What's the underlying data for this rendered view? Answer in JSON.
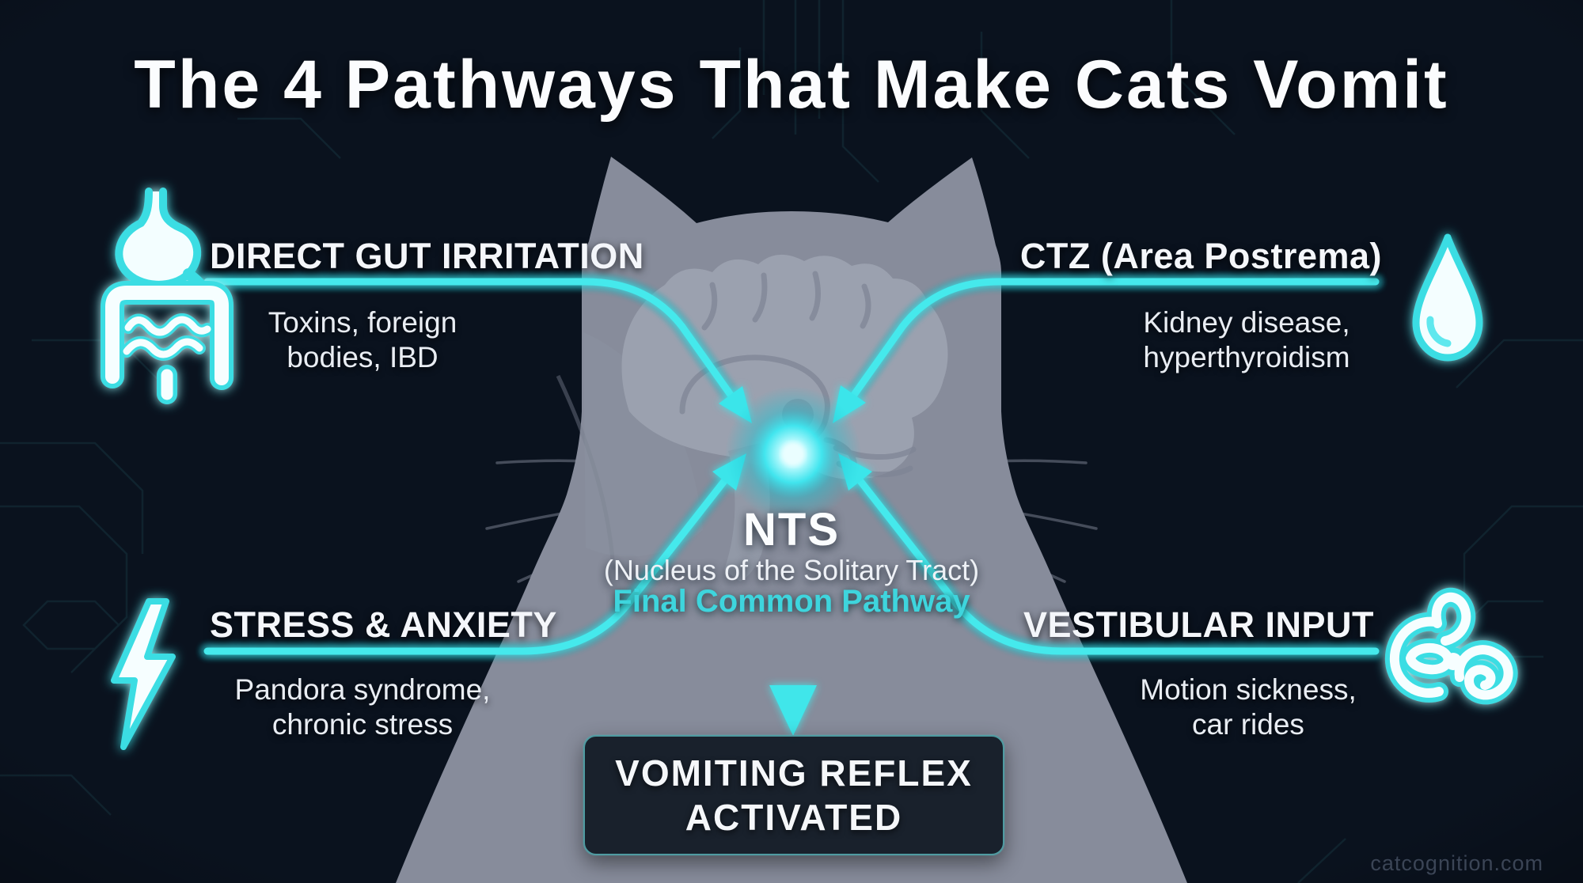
{
  "title": "The 4 Pathways That Make Cats Vomit",
  "pathways": {
    "gut": {
      "heading": "DIRECT GUT IRRITATION",
      "detail": "Toxins, foreign\nbodies, IBD",
      "icon": "digestive-tract-icon",
      "position": "top-left"
    },
    "ctz": {
      "heading": "CTZ (Area Postrema)",
      "detail": "Kidney disease,\nhyperthyroidism",
      "icon": "droplet-icon",
      "position": "top-right"
    },
    "stress": {
      "heading": "STRESS & ANXIETY",
      "detail": "Pandora syndrome,\nchronic stress",
      "icon": "lightning-bolt-icon",
      "position": "bottom-left"
    },
    "vestibular": {
      "heading": "VESTIBULAR INPUT",
      "detail": "Motion sickness,\ncar rides",
      "icon": "inner-ear-icon",
      "position": "bottom-right"
    }
  },
  "center": {
    "abbr": "NTS",
    "full_name": "(Nucleus of the Solitary Tract)",
    "role": "Final Common Pathway"
  },
  "outcome": {
    "label": "VOMITING REFLEX\nACTIVATED"
  },
  "watermark": "catcognition.com",
  "colors": {
    "background": "#0A121E",
    "accent": "#3EE8EC",
    "accent_deep": "#0F98A8",
    "role_text": "#3ED5DD",
    "cat_body": "#878C9B",
    "brain": "#9CA2B0",
    "box_border": "#4F9BA1",
    "text": "#F2F4F8"
  }
}
